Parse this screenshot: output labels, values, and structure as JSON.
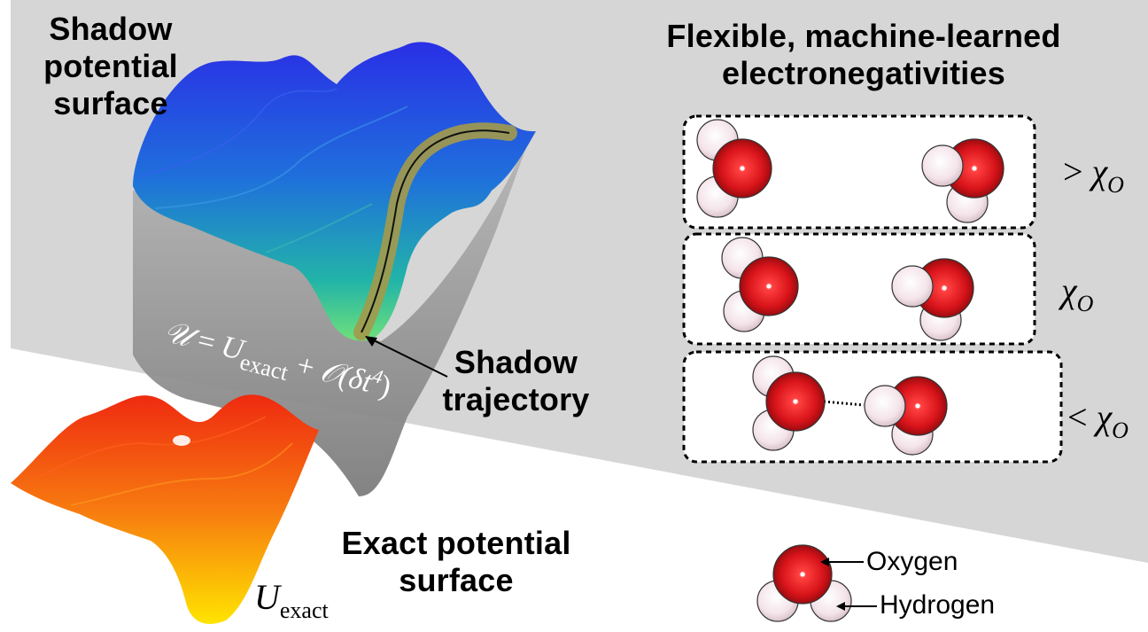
{
  "labels": {
    "shadow_surface": "Shadow potential surface",
    "flexible_title": "Flexible, machine-learned electronegativities",
    "shadow_trajectory": "Shadow trajectory",
    "exact_surface": "Exact potential surface"
  },
  "equation": {
    "lhs": "𝒰",
    "eq": " = ",
    "U": "U",
    "sub_exact": "exact",
    "plus": " + ",
    "order": "𝒪(δt",
    "power": "4",
    "close": ")"
  },
  "u_exact_label": {
    "U": "U",
    "sub": "exact"
  },
  "panels": [
    {
      "chi_prefix": "> ",
      "chi": "χ",
      "chi_sub": "O"
    },
    {
      "chi_prefix": "",
      "chi": "χ",
      "chi_sub": "O"
    },
    {
      "chi_prefix": "< ",
      "chi": "χ",
      "chi_sub": "O"
    }
  ],
  "legend": {
    "oxygen": "Oxygen",
    "hydrogen": "Hydrogen"
  },
  "colors": {
    "background_band": "#d6d6d6",
    "oxygen": "#e0262a",
    "hydrogen": "#f6e9ee",
    "shadow_surface_top": "#1f3fe0",
    "shadow_surface_bottom": "#2ec98e",
    "exact_surface_top": "#f23a12",
    "exact_surface_bottom": "#ffd000",
    "trajectory": "#a39a4a"
  }
}
